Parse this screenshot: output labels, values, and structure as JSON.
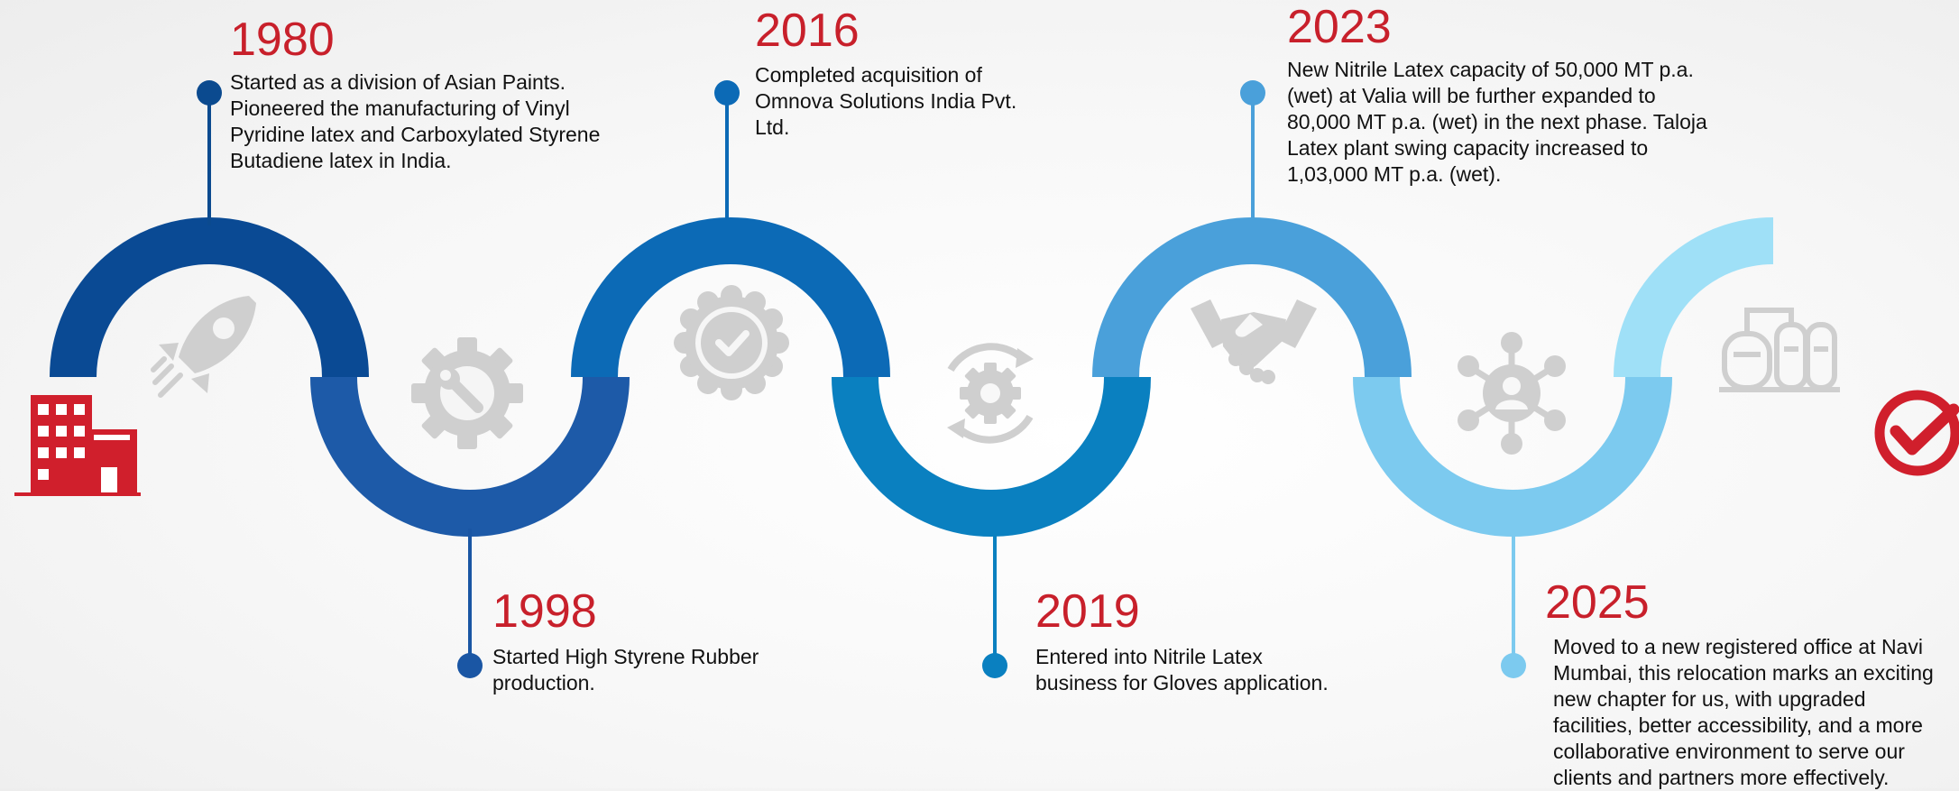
{
  "colors": {
    "year": "#c8202b",
    "accent_red": "#d01f2c",
    "icon_grey": "#cfcfcf",
    "segment_1_top": "#0a4a94",
    "segment_1_bottom": "#1d5aa8",
    "segment_2_top": "#0c6ab6",
    "segment_2_bottom": "#0a80c0",
    "segment_3_top": "#4aa0da",
    "segment_3_bottom": "#7ccaef",
    "segment_4_top": "#9fe0f7"
  },
  "icons": [
    "building-icon",
    "rocket-icon",
    "gear-wrench-icon",
    "badge-check-icon",
    "cycle-gear-icon",
    "handshake-icon",
    "network-person-icon",
    "factory-tanks-icon",
    "checkmark-circle-icon"
  ],
  "milestones": [
    {
      "year": "1980",
      "text": "Started as a division of Asian Paints. Pioneered the manufacturing of Vinyl Pyridine latex and Carboxylated Styrene Butadiene latex in India.",
      "dot_color": "#0b4a8f"
    },
    {
      "year": "1998",
      "text": "Started High Styrene Rubber production.",
      "dot_color": "#1a56a4"
    },
    {
      "year": "2016",
      "text": "Completed acquisition of Omnova Solutions India Pvt. Ltd.",
      "dot_color": "#0c6ab6"
    },
    {
      "year": "2019",
      "text": "Entered into Nitrile Latex business for Gloves application.",
      "dot_color": "#0a80c0"
    },
    {
      "year": "2023",
      "text": "New Nitrile Latex capacity of 50,000 MT p.a. (wet) at Valia will be further expanded to 80,000 MT p.a. (wet) in the next phase. Taloja Latex plant swing capacity increased to 1,03,000 MT p.a. (wet).",
      "dot_color": "#4aa0da"
    },
    {
      "year": "2025",
      "text": "Moved to a new registered office at Navi Mumbai, this relocation marks an exciting new chapter for us, with upgraded facilities, better accessibility, and a more collaborative environment to serve our clients and partners more effectively.",
      "dot_color": "#7ccaef"
    }
  ]
}
